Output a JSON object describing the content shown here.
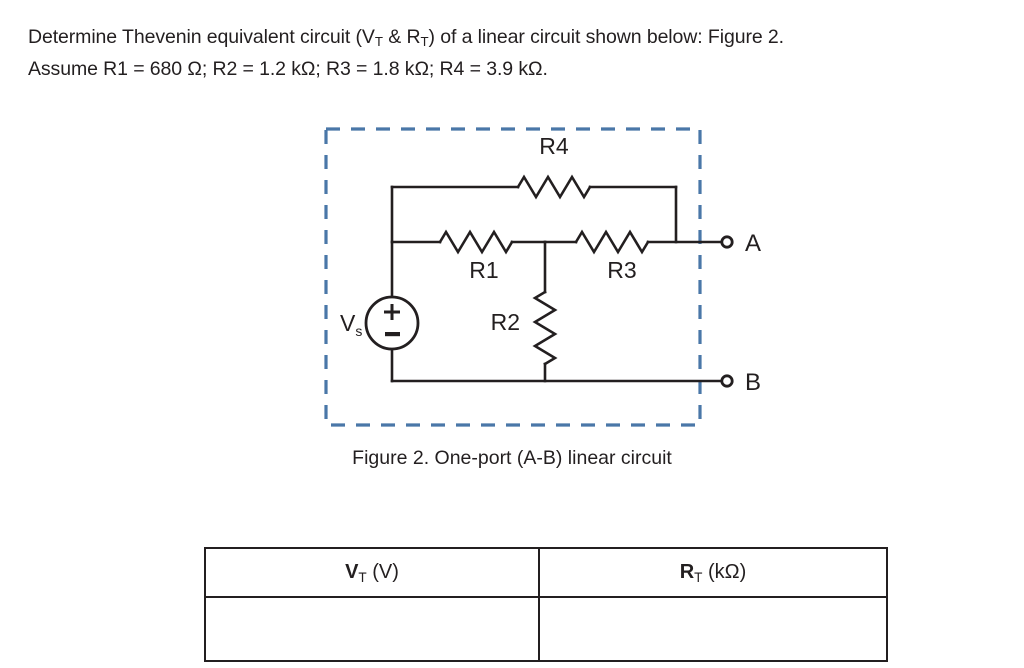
{
  "problem": {
    "line1_part1": "Determine Thevenin equivalent circuit (V",
    "line1_sub1": "T",
    "line1_part2": " & R",
    "line1_sub2": "T",
    "line1_part3": ") of a linear circuit shown below: Figure 2.",
    "line2": "Assume R1 = 680 Ω; R2 = 1.2 kΩ; R3 = 1.8 kΩ; R4 = 3.9 kΩ."
  },
  "circuit": {
    "source": {
      "symbol_name": "independent-voltage-source",
      "label_main": "V",
      "label_sub": "s",
      "plus_sign": "+",
      "minus_sign": "−"
    },
    "resistors": [
      {
        "id": "R1",
        "label": "R1",
        "orientation": "horizontal"
      },
      {
        "id": "R2",
        "label": "R2",
        "orientation": "vertical"
      },
      {
        "id": "R3",
        "label": "R3",
        "orientation": "horizontal"
      },
      {
        "id": "R4",
        "label": "R4",
        "orientation": "horizontal"
      }
    ],
    "terminals": [
      {
        "id": "A",
        "label": "A"
      },
      {
        "id": "B",
        "label": "B"
      }
    ],
    "boundary": {
      "style": "dashed",
      "color": "#4A77A8"
    },
    "wire_color": "#231f20"
  },
  "caption": "Figure 2. One-port (A-B) linear circuit",
  "table": {
    "headers": [
      {
        "bold": "V",
        "sub": "T",
        "unit": " (V)"
      },
      {
        "bold": "R",
        "sub": "T",
        "unit": " (kΩ)"
      }
    ],
    "rows": [
      {
        "vt": "",
        "rt": ""
      }
    ]
  },
  "component_values": {
    "R1": "680 Ω",
    "R2": "1.2 kΩ",
    "R3": "1.8 kΩ",
    "R4": "3.9 kΩ"
  }
}
